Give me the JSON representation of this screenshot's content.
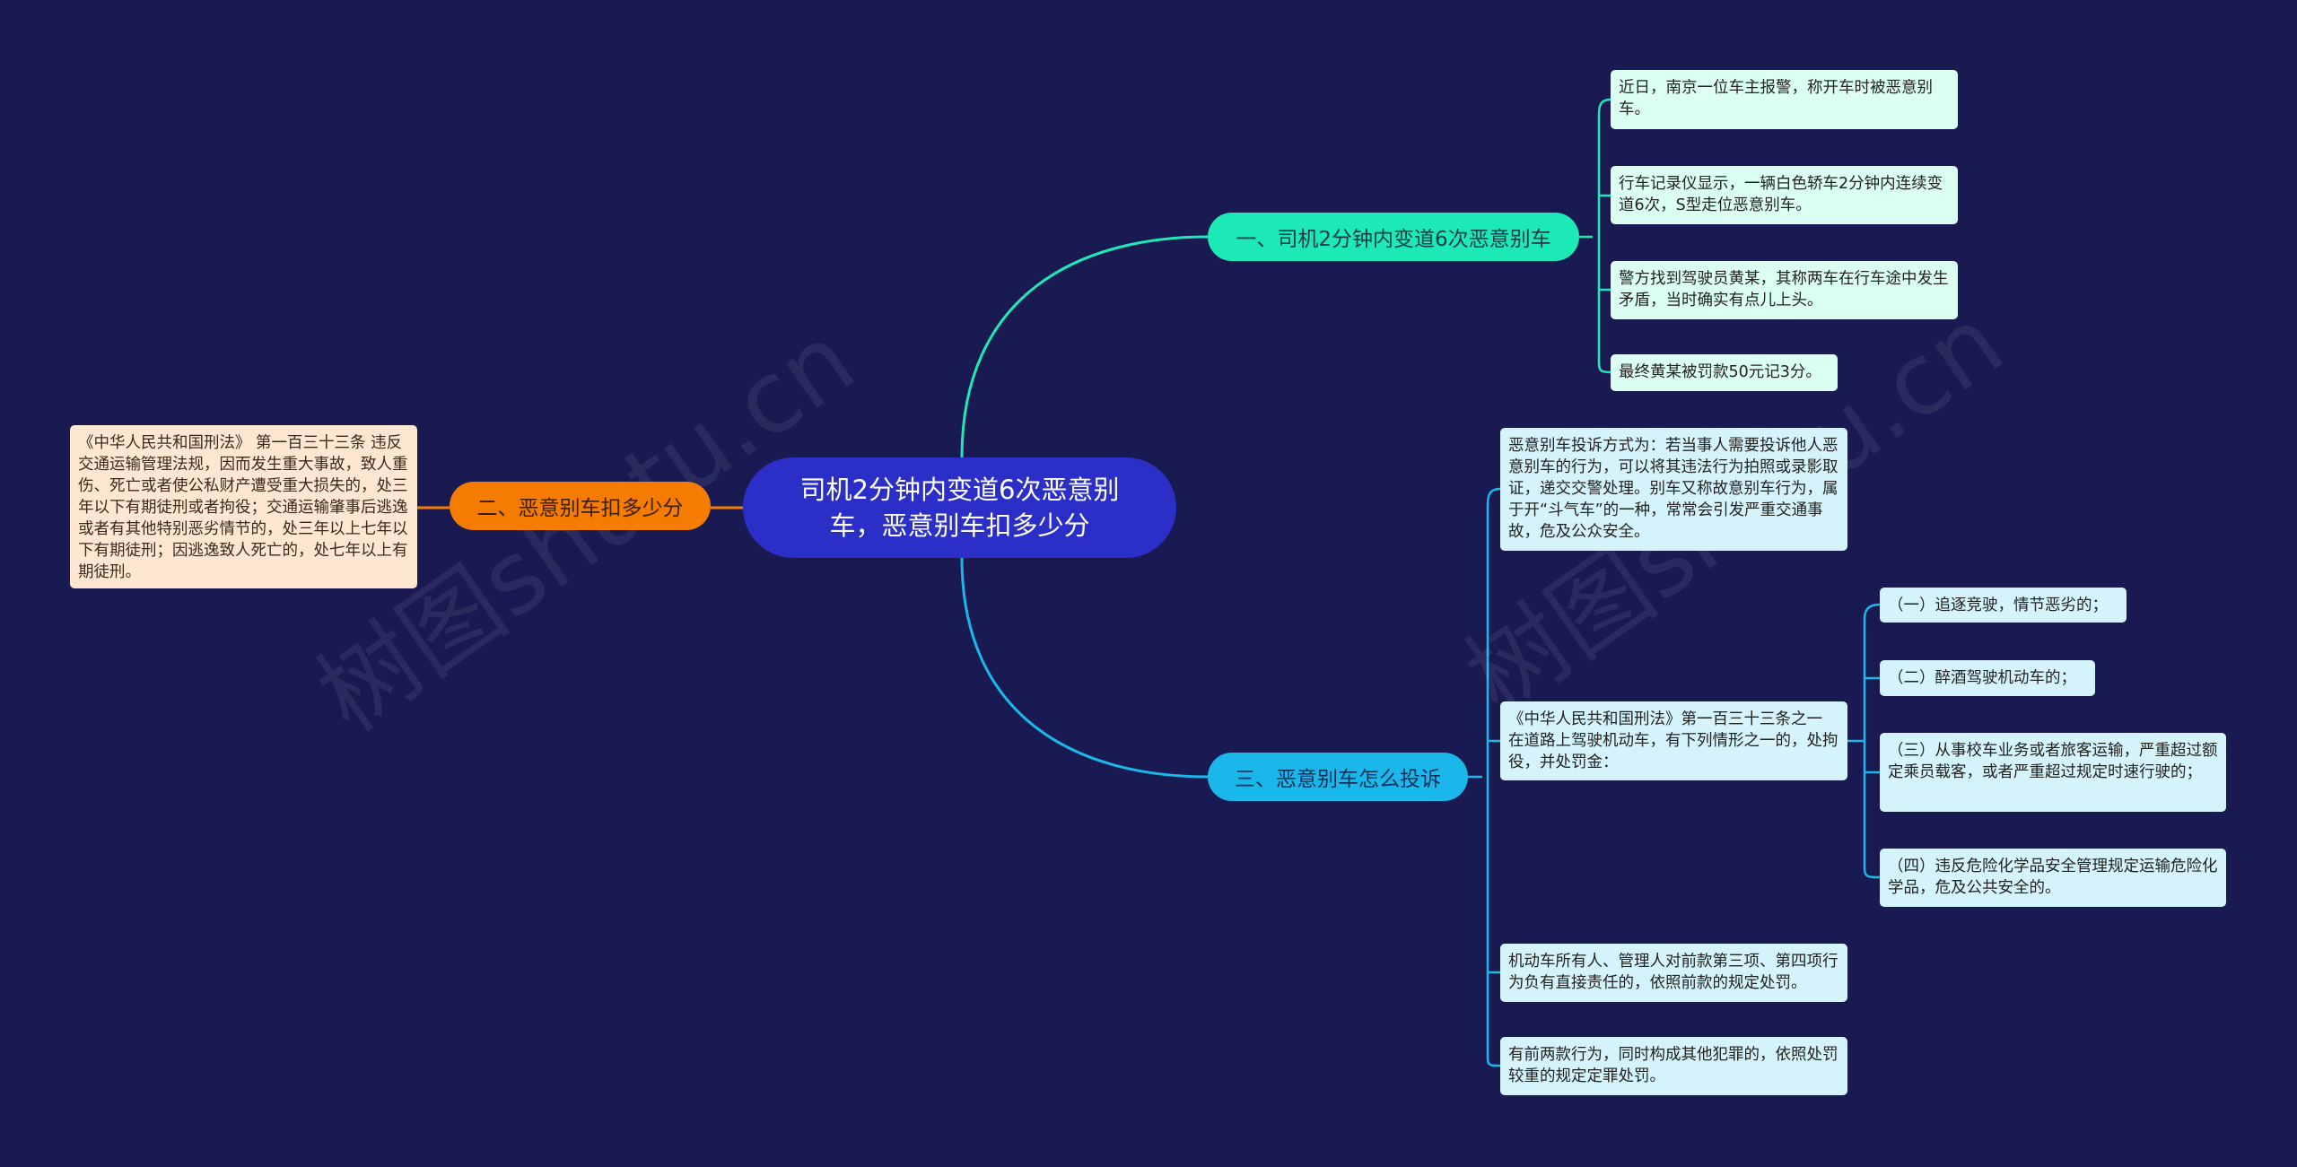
{
  "root": {
    "title": "司机2分钟内变道6次恶意别车，恶意别车扣多少分"
  },
  "branches": [
    {
      "label": "一、司机2分钟内变道6次恶意别车",
      "color": "#1de9b6",
      "children": [
        "近日，南京一位车主报警，称开车时被恶意别车。",
        "行车记录仪显示，一辆白色轿车2分钟内连续变道6次，S型走位恶意别车。",
        "警方找到驾驶员黄某，其称两车在行车途中发生矛盾，当时确实有点儿上头。",
        "最终黄某被罚款50元记3分。"
      ]
    },
    {
      "label": "二、恶意别车扣多少分",
      "color": "#f57c00",
      "children": [
        "《中华人民共和国刑法》 第一百三十三条 违反交通运输管理法规，因而发生重大事故，致人重伤、死亡或者使公私财产遭受重大损失的，处三年以下有期徒刑或者拘役；交通运输肇事后逃逸或者有其他特别恶劣情节的，处三年以上七年以下有期徒刑；因逃逸致人死亡的，处七年以上有期徒刑。"
      ]
    },
    {
      "label": "三、恶意别车怎么投诉",
      "color": "#1ab8ea",
      "children": [
        "恶意别车投诉方式为：若当事人需要投诉他人恶意别车的行为，可以将其违法行为拍照或录影取证，递交交警处理。别车又称故意别车行为，属于开“斗气车”的一种，常常会引发严重交通事故，危及公众安全。",
        "《中华人民共和国刑法》第一百三十三条之一 在道路上驾驶机动车，有下列情形之一的，处拘役，并处罚金：",
        "机动车所有人、管理人对前款第三项、第四项行为负有直接责任的，依照前款的规定处罚。",
        "有前两款行为，同时构成其他犯罪的，依照处罚较重的规定定罪处罚。"
      ],
      "sub_children": [
        "（一）追逐竞驶，情节恶劣的；",
        "（二）醉酒驾驶机动车的；",
        "（三）从事校车业务或者旅客运输，严重超过额定乘员载客，或者严重超过规定时速行驶的；",
        "（四）违反危险化学品安全管理规定运输危险化学品，危及公共安全的。"
      ]
    }
  ],
  "watermark": "树图shutu.cn"
}
